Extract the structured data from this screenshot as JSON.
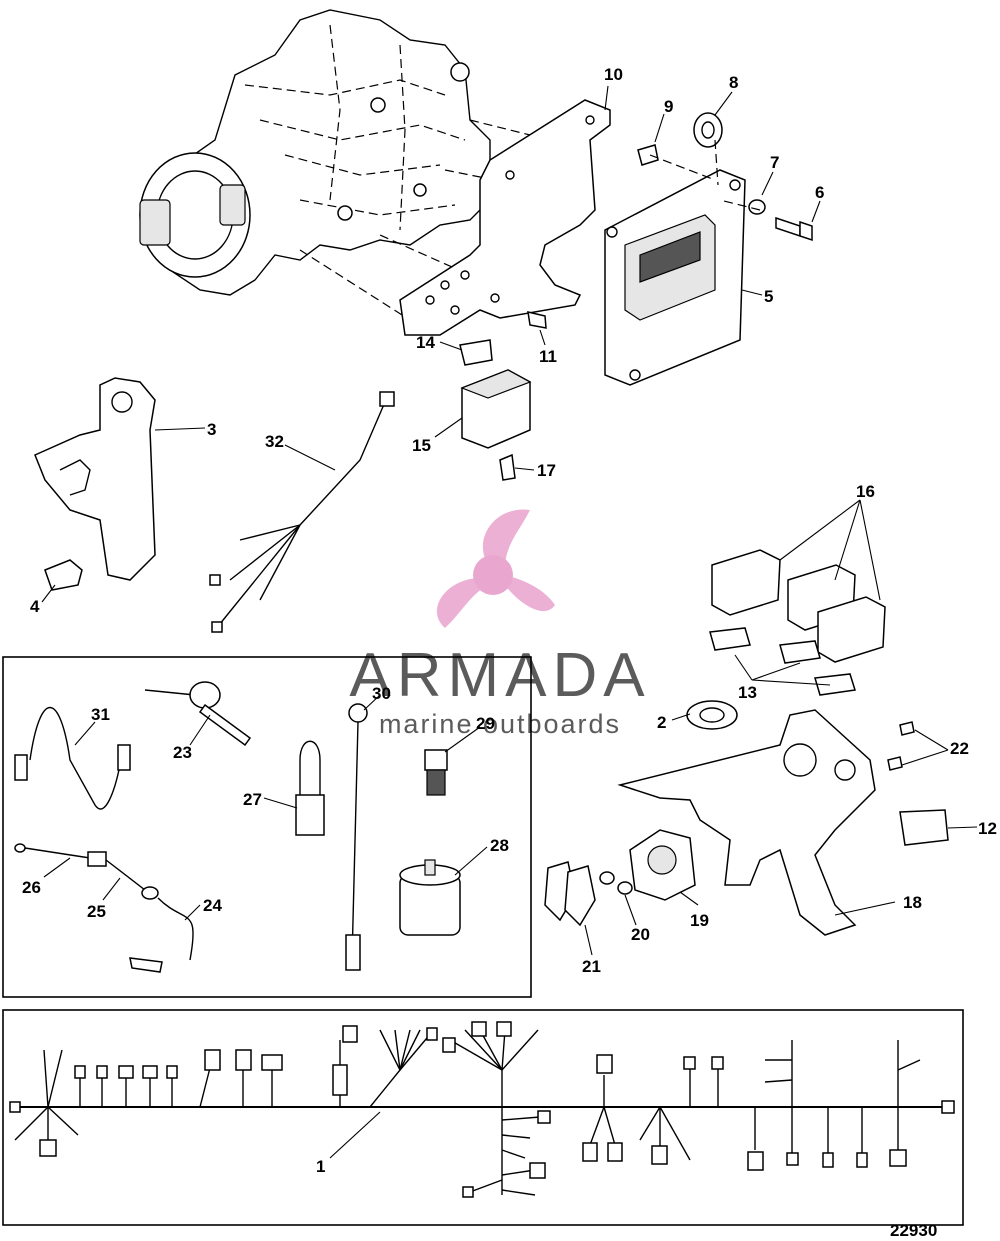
{
  "drawing_number": "22930",
  "watermark": {
    "brand": "ARMADA",
    "tagline": "marine outboards",
    "logo_color": "#e9a7cf",
    "text_color": "#5b5b5b"
  },
  "callouts": [
    "1",
    "2",
    "3",
    "4",
    "5",
    "6",
    "7",
    "8",
    "9",
    "10",
    "11",
    "12",
    "13",
    "14",
    "15",
    "16",
    "17",
    "18",
    "19",
    "20",
    "21",
    "22",
    "23",
    "24",
    "25",
    "26",
    "27",
    "28",
    "29",
    "30",
    "31",
    "32"
  ]
}
